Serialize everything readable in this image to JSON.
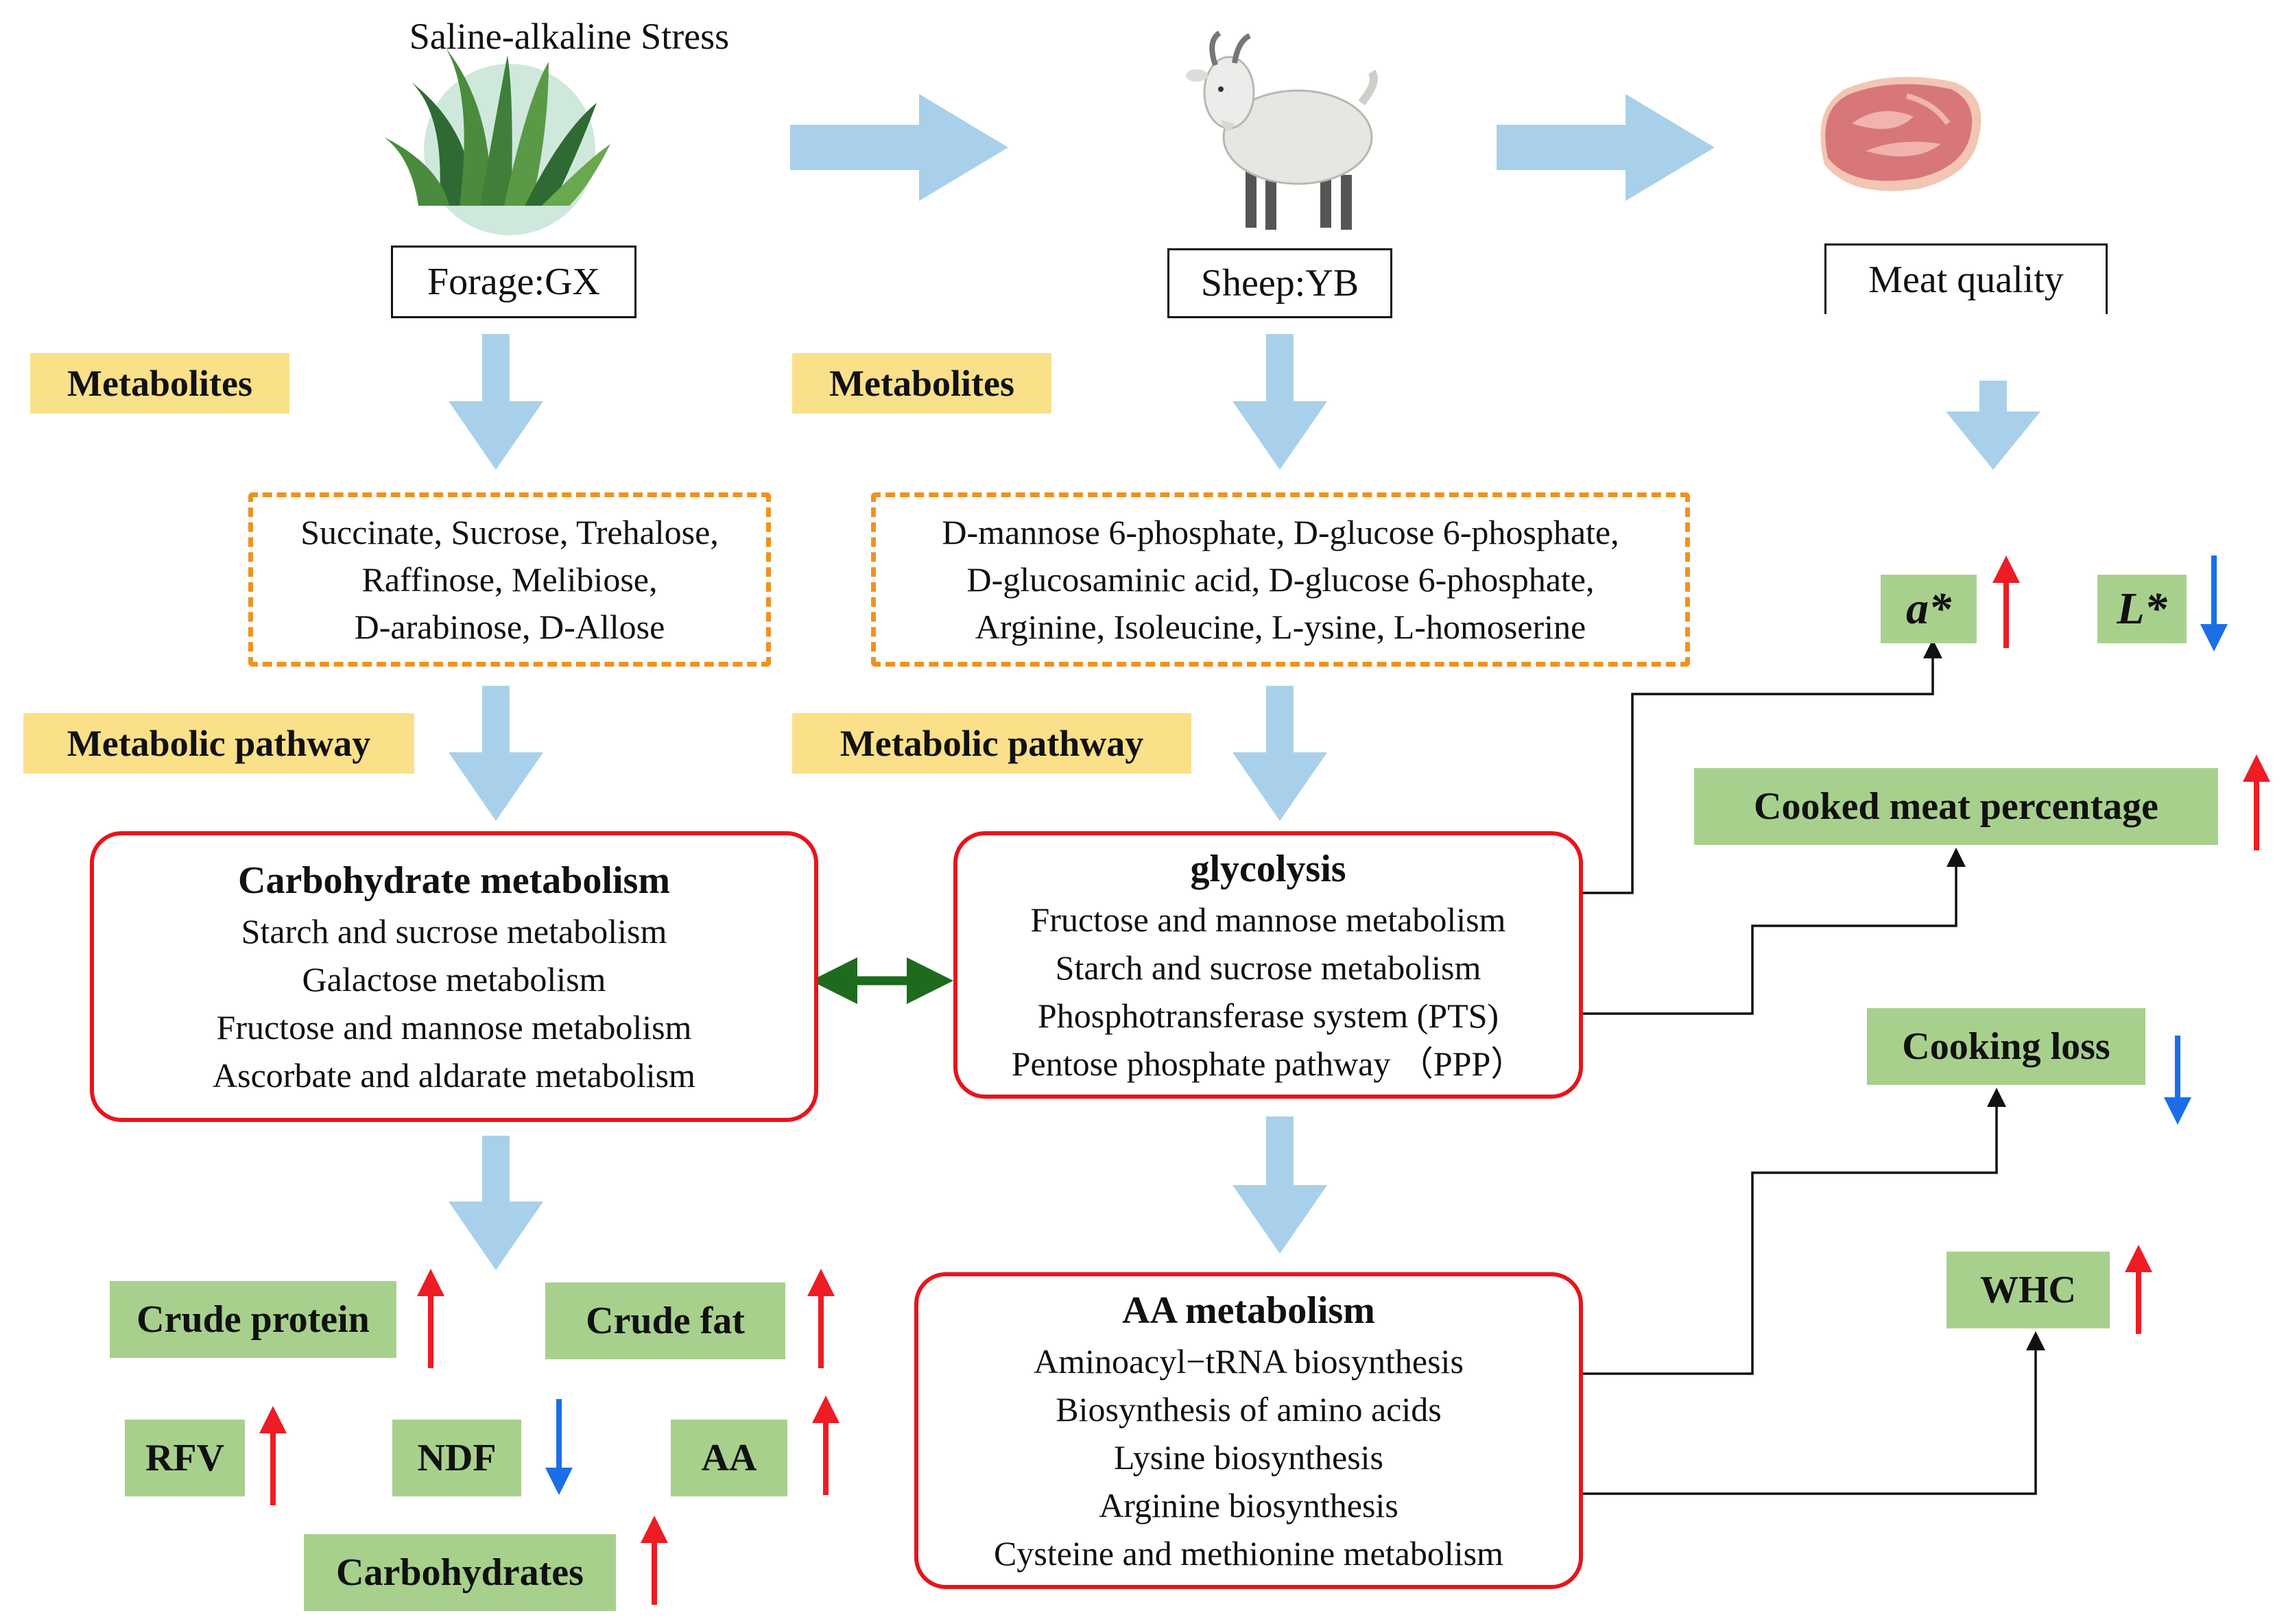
{
  "header": {
    "stress_title": "Saline-alkaline Stress",
    "forage_label": "Forage:GX",
    "sheep_label": "Sheep:YB",
    "meat_label": "Meat quality"
  },
  "section_labels": {
    "metabolites_left": "Metabolites",
    "metabolites_mid": "Metabolites",
    "pathway_left": "Metabolic pathway",
    "pathway_mid": "Metabolic pathway"
  },
  "forage_metabolites": [
    "Succinate, Sucrose, Trehalose,",
    "Raffinose, Melibiose,",
    "D-arabinose, D-Allose"
  ],
  "sheep_metabolites": [
    "D-mannose 6-phosphate, D-glucose 6-phosphate,",
    "D-glucosaminic acid, D-glucose 6-phosphate,",
    "Arginine, Isoleucine, L-ysine, L-homoserine"
  ],
  "carbohydrate_box": {
    "title": "Carbohydrate metabolism",
    "items": [
      "Starch and sucrose metabolism",
      "Galactose metabolism",
      "Fructose and mannose metabolism",
      "Ascorbate and aldarate metabolism"
    ]
  },
  "glycolysis_box": {
    "title": "glycolysis",
    "items": [
      "Fructose and mannose metabolism",
      "Starch and sucrose metabolism",
      "Phosphotransferase system (PTS)",
      "Pentose phosphate pathway （PPP）"
    ]
  },
  "aa_box": {
    "title": "AA metabolism",
    "items": [
      "Aminoacyl−tRNA biosynthesis",
      "Biosynthesis of amino acids",
      "Lysine biosynthesis",
      "Arginine biosynthesis",
      "Cysteine and methionine metabolism"
    ]
  },
  "forage_outcomes": {
    "crude_protein": "Crude protein",
    "crude_fat": "Crude fat",
    "rfv": "RFV",
    "ndf": "NDF",
    "aa": "AA",
    "carbohydrates": "Carbohydrates"
  },
  "meat_outcomes": {
    "a_star": "a*",
    "l_star": "L*",
    "cooked_meat_percentage": "Cooked meat percentage",
    "cooking_loss": "Cooking loss",
    "whc": "WHC"
  },
  "trend_directions": {
    "crude_protein": "up",
    "crude_fat": "up",
    "rfv": "up",
    "ndf": "down",
    "aa": "up",
    "carbohydrates": "up",
    "a_star": "up",
    "l_star": "down",
    "cooked_meat_percentage": "up",
    "cooking_loss": "down",
    "whc": "up"
  },
  "colors": {
    "flow_arrow": "#a9d0ea",
    "up_arrow": "#ee1c24",
    "down_arrow": "#1a6fe8",
    "bidirectional_arrow": "#1e6b1e",
    "pathway_border": "#e8141c",
    "metabolite_dash": "#f0921c",
    "section_label_bg": "#fbe08a",
    "outcome_bg": "#a8d08d"
  }
}
